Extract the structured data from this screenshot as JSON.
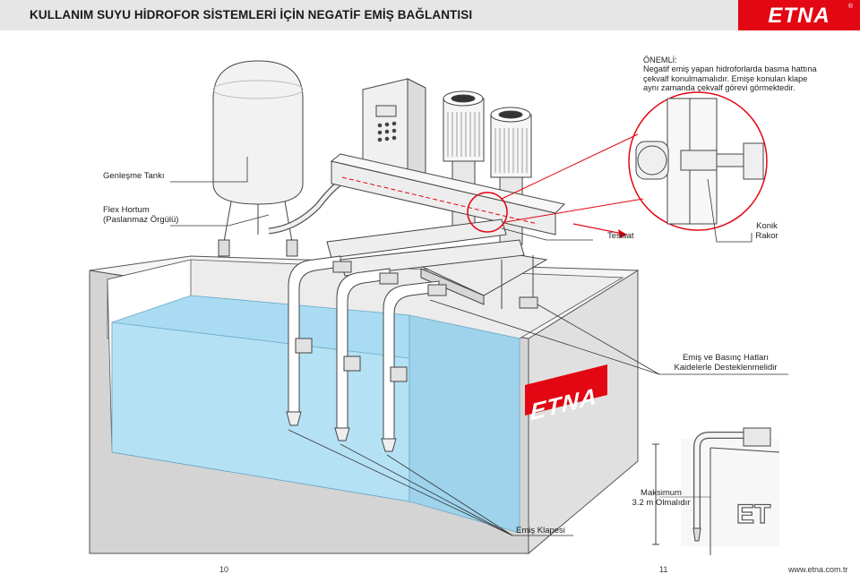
{
  "header": {
    "title": "KULLANIM SUYU HİDROFOR SİSTEMLERİ İÇİN NEGATİF EMİŞ BAĞLANTISI",
    "logo": "ETNA",
    "logo_mark": "®"
  },
  "note": {
    "heading": "ÖNEMLİ:",
    "line1": "Negatif emiş yapan hidroforlarda basma hattına",
    "line2": "çekvalf konulmamalıdır. Emişe konulan klape",
    "line3": "aynı zamanda çekvalf görevi görmektedir."
  },
  "labels": {
    "expansion_tank": "Genleşme Tankı",
    "flex_hose_1": "Flex Hortum",
    "flex_hose_2": "(Paslanmaz Örgülü)",
    "installation": "Tesisat",
    "conical_1": "Konik",
    "conical_2": "Rakor",
    "lines_1": "Emiş ve Basınç Hatları",
    "lines_2": "Kaidelerle Desteklenmelidir",
    "max_1": "Maksimum",
    "max_2": "3.2 m Olmalıdır",
    "foot_valve": "Emiş Klapesi",
    "tank_logo": "ETNA",
    "inset_logo": "ET"
  },
  "footer": {
    "page_left": "10",
    "page_right": "11",
    "website": "www.etna.com.tr"
  },
  "colors": {
    "brand_red": "#e30613",
    "water": "#a9dcf2",
    "header_bg": "#e6e6e6"
  }
}
